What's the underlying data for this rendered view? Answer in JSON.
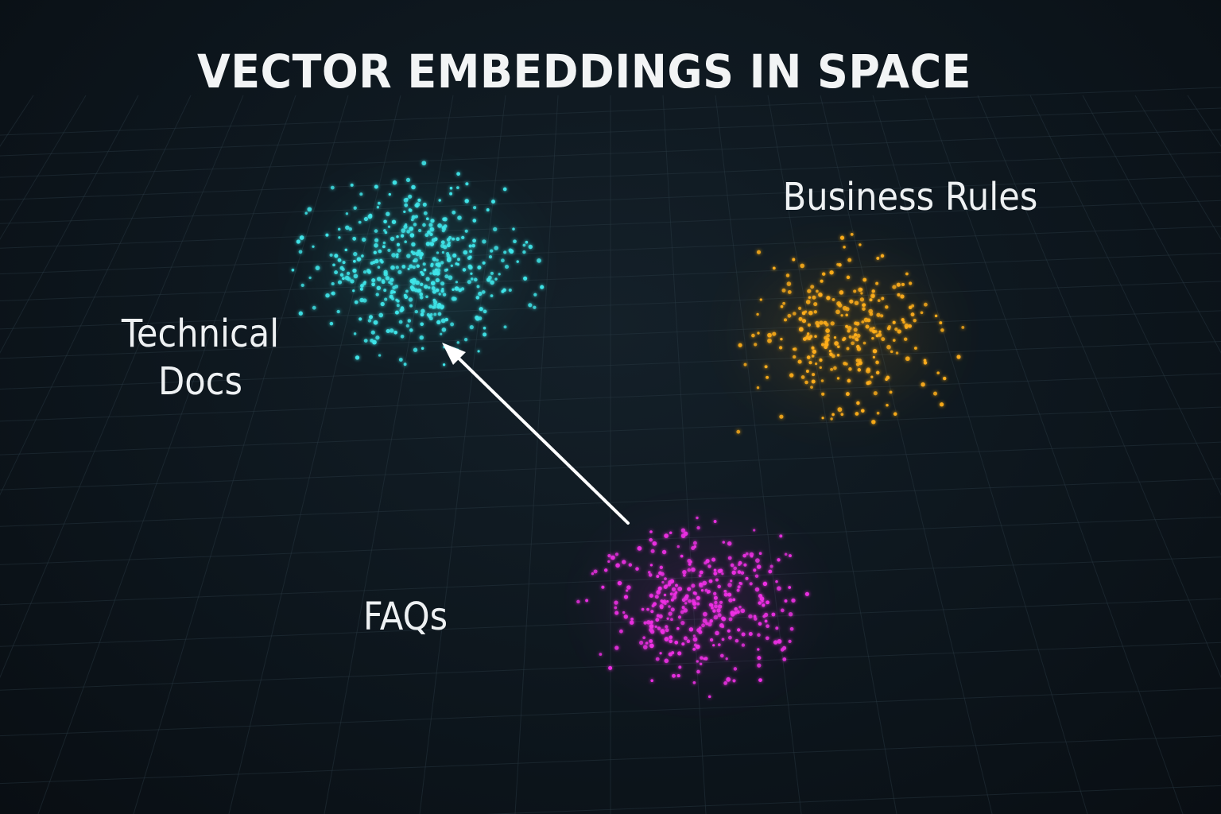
{
  "title": "VECTOR EMBEDDINGS IN SPACE",
  "clusters": [
    {
      "id": "technical",
      "label": "Technical Docs",
      "label_lines": [
        "Technical",
        "Docs"
      ],
      "color": "#3fe6ea"
    },
    {
      "id": "business",
      "label": "Business Rules",
      "label_lines": [
        "Business Rules"
      ],
      "color": "#ffae1a"
    },
    {
      "id": "faqs",
      "label": "FAQs",
      "label_lines": [
        "FAQs"
      ],
      "color": "#f030e6"
    }
  ],
  "arrow": {
    "from": "faqs",
    "to": "technical",
    "color": "#ffffff"
  },
  "colors": {
    "background": "#0d161d",
    "grid": "#2a3a44",
    "text": "#eef1f3"
  }
}
